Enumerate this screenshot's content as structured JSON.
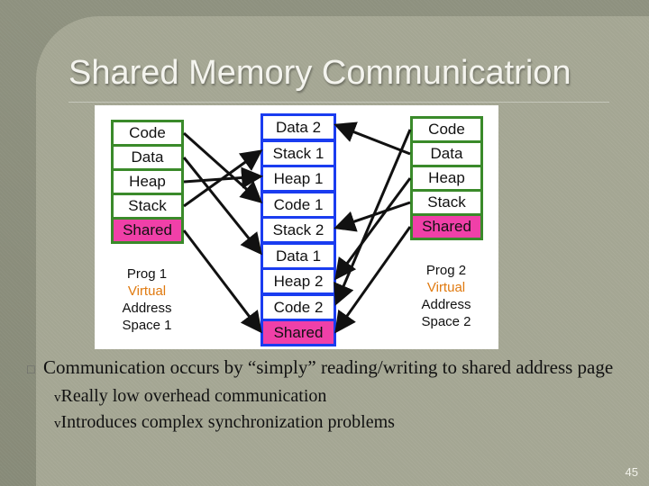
{
  "slide": {
    "title": "Shared Memory Communicatrion",
    "page_number": "45"
  },
  "diagram": {
    "prog1": {
      "segments": [
        "Code",
        "Data",
        "Heap",
        "Stack",
        "Shared"
      ],
      "caption": [
        "Prog 1",
        "Virtual",
        "Address",
        "Space 1"
      ]
    },
    "physical": {
      "segments": [
        "Data 2",
        "Stack 1",
        "Heap 1",
        "Code 1",
        "Stack 2",
        "Data 1",
        "Heap 2",
        "Code 2",
        "Shared"
      ]
    },
    "prog2": {
      "segments": [
        "Code",
        "Data",
        "Heap",
        "Stack",
        "Shared"
      ],
      "caption": [
        "Prog 2",
        "Virtual",
        "Address",
        "Space 2"
      ]
    },
    "colors": {
      "green_border": "#3a8a2a",
      "blue_border": "#1a3cf0",
      "shared_fill": "#f040a8",
      "caption_orange": "#e07a10"
    }
  },
  "bullets": {
    "main": "Communication occurs by “simply” reading/writing to shared address page",
    "main_marker": "□",
    "sub_marker": "v",
    "sub": [
      "Really low overhead communication",
      "Introduces complex synchronization problems"
    ]
  }
}
